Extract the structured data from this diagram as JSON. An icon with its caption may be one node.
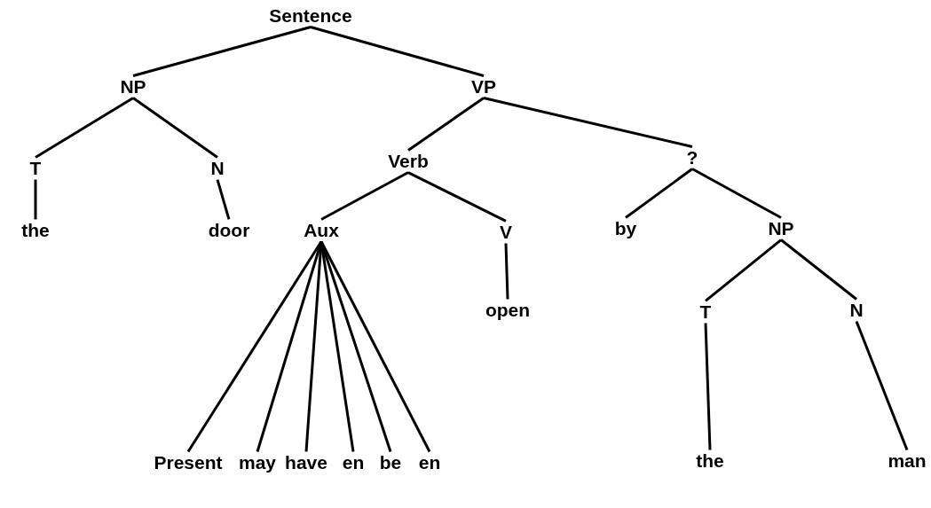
{
  "diagram": {
    "nodes": [
      {
        "text": [
          "Sentence"
        ]
      },
      {
        "text": [
          "NP"
        ]
      },
      {
        "text": [
          "VP"
        ]
      },
      {
        "text": [
          "T"
        ]
      },
      {
        "text": [
          "N"
        ]
      },
      {
        "text": [
          "Verb"
        ]
      },
      {
        "text": [
          "?"
        ]
      },
      {
        "text": [
          "the"
        ]
      },
      {
        "text": [
          "door"
        ]
      },
      {
        "text": [
          "Aux"
        ]
      },
      {
        "text": [
          "V"
        ]
      },
      {
        "text": [
          "by"
        ]
      },
      {
        "text": [
          "NP"
        ]
      },
      {
        "text": [
          "open"
        ]
      },
      {
        "text": [
          "T"
        ]
      },
      {
        "text": [
          "N"
        ]
      },
      {
        "text": [
          "Present"
        ]
      },
      {
        "text": [
          "may"
        ]
      },
      {
        "text": [
          "have"
        ]
      },
      {
        "text": [
          "en"
        ]
      },
      {
        "text": [
          "be"
        ]
      },
      {
        "text": [
          "en"
        ]
      },
      {
        "text": [
          "the"
        ]
      },
      {
        "text": [
          "man"
        ]
      }
    ],
    "edges": [
      {
        "from": 0,
        "to": 1,
        "arrow": "none"
      },
      {
        "from": 0,
        "to": 2,
        "arrow": "none"
      },
      {
        "from": 1,
        "to": 3,
        "arrow": "none"
      },
      {
        "from": 1,
        "to": 4,
        "arrow": "none"
      },
      {
        "from": 2,
        "to": 5,
        "arrow": "none"
      },
      {
        "from": 2,
        "to": 6,
        "arrow": "none"
      },
      {
        "from": 3,
        "to": 7,
        "arrow": "none"
      },
      {
        "from": 4,
        "to": 8,
        "arrow": "none"
      },
      {
        "from": 5,
        "to": 9,
        "arrow": "none"
      },
      {
        "from": 5,
        "to": 10,
        "arrow": "none"
      },
      {
        "from": 6,
        "to": 11,
        "arrow": "none"
      },
      {
        "from": 6,
        "to": 12,
        "arrow": "none"
      },
      {
        "from": 10,
        "to": 13,
        "arrow": "none"
      },
      {
        "from": 12,
        "to": 14,
        "arrow": "none"
      },
      {
        "from": 12,
        "to": 15,
        "arrow": "none"
      },
      {
        "from": 9,
        "to": 16,
        "arrow": "none"
      },
      {
        "from": 9,
        "to": 17,
        "arrow": "none"
      },
      {
        "from": 9,
        "to": 18,
        "arrow": "none"
      },
      {
        "from": 9,
        "to": 19,
        "arrow": "none"
      },
      {
        "from": 9,
        "to": 20,
        "arrow": "none"
      },
      {
        "from": 9,
        "to": 21,
        "arrow": "none"
      },
      {
        "from": 14,
        "to": 22,
        "arrow": "none"
      },
      {
        "from": 15,
        "to": 23,
        "arrow": "none"
      }
    ]
  }
}
